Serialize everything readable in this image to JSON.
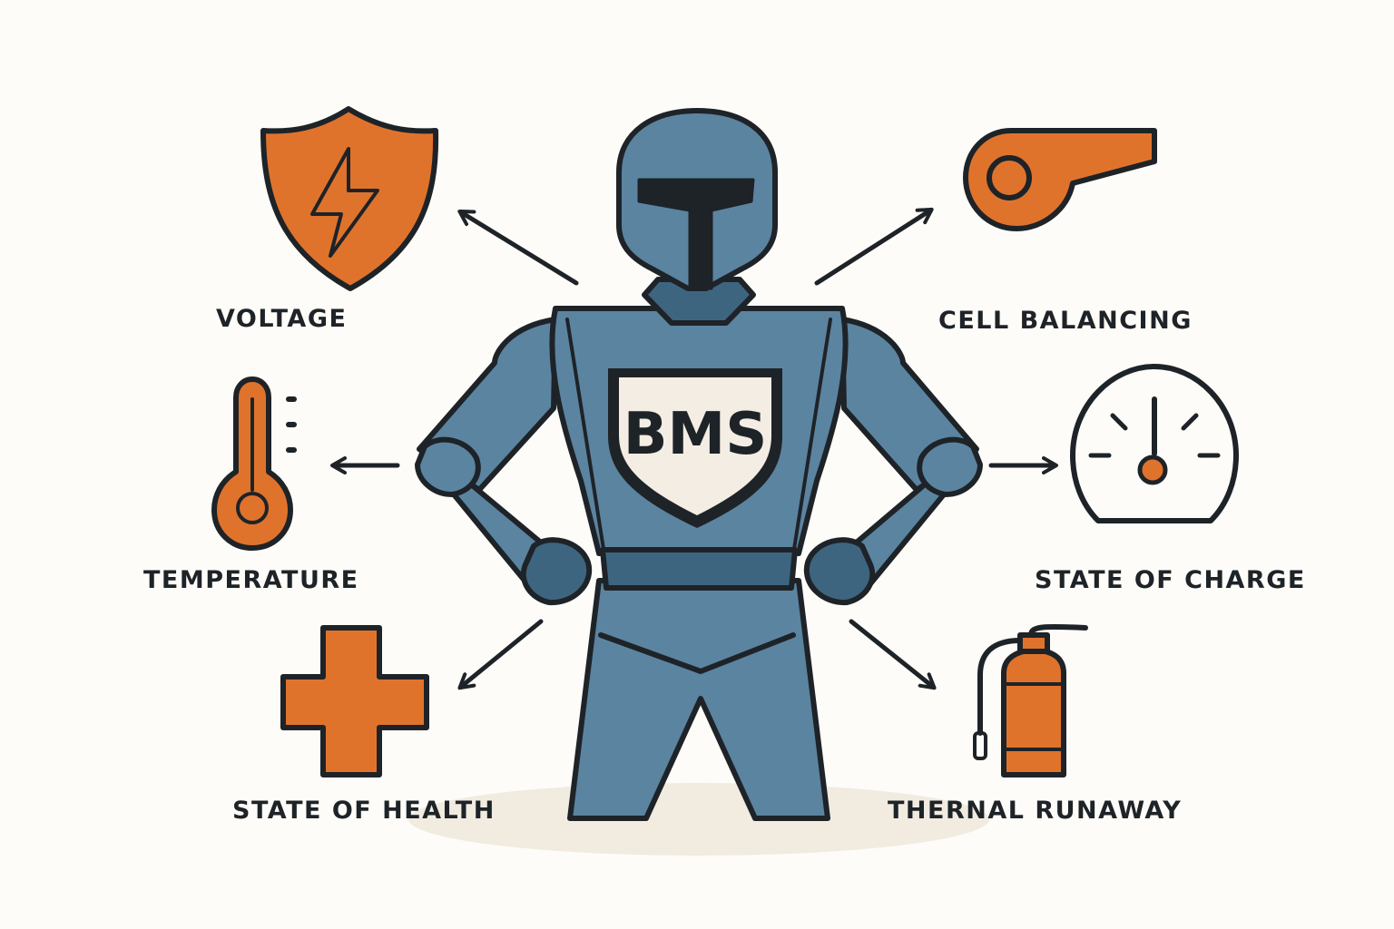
{
  "center": {
    "badge_text": "BMS"
  },
  "features": {
    "voltage": {
      "label": "VOLTAGE",
      "icon": "shield-lightning-icon"
    },
    "cell_balancing": {
      "label": "CELL BALANCING",
      "icon": "whistle-icon"
    },
    "temperature": {
      "label": "TEMPERATURE",
      "icon": "thermometer-icon"
    },
    "state_of_charge": {
      "label": "STATE OF CHARGE",
      "icon": "gauge-icon"
    },
    "state_of_health": {
      "label": "STATE OF HEALTH",
      "icon": "health-cross-icon"
    },
    "thermal_runaway": {
      "label": "THERNAL RUNAWAY",
      "icon": "fire-extinguisher-icon"
    }
  },
  "colors": {
    "accent_orange": "#e0732c",
    "robot_blue": "#5b84a0",
    "robot_dark": "#3e6580",
    "outline": "#1e2328",
    "badge_fill": "#f3ede3",
    "background": "#fdfcf8"
  }
}
